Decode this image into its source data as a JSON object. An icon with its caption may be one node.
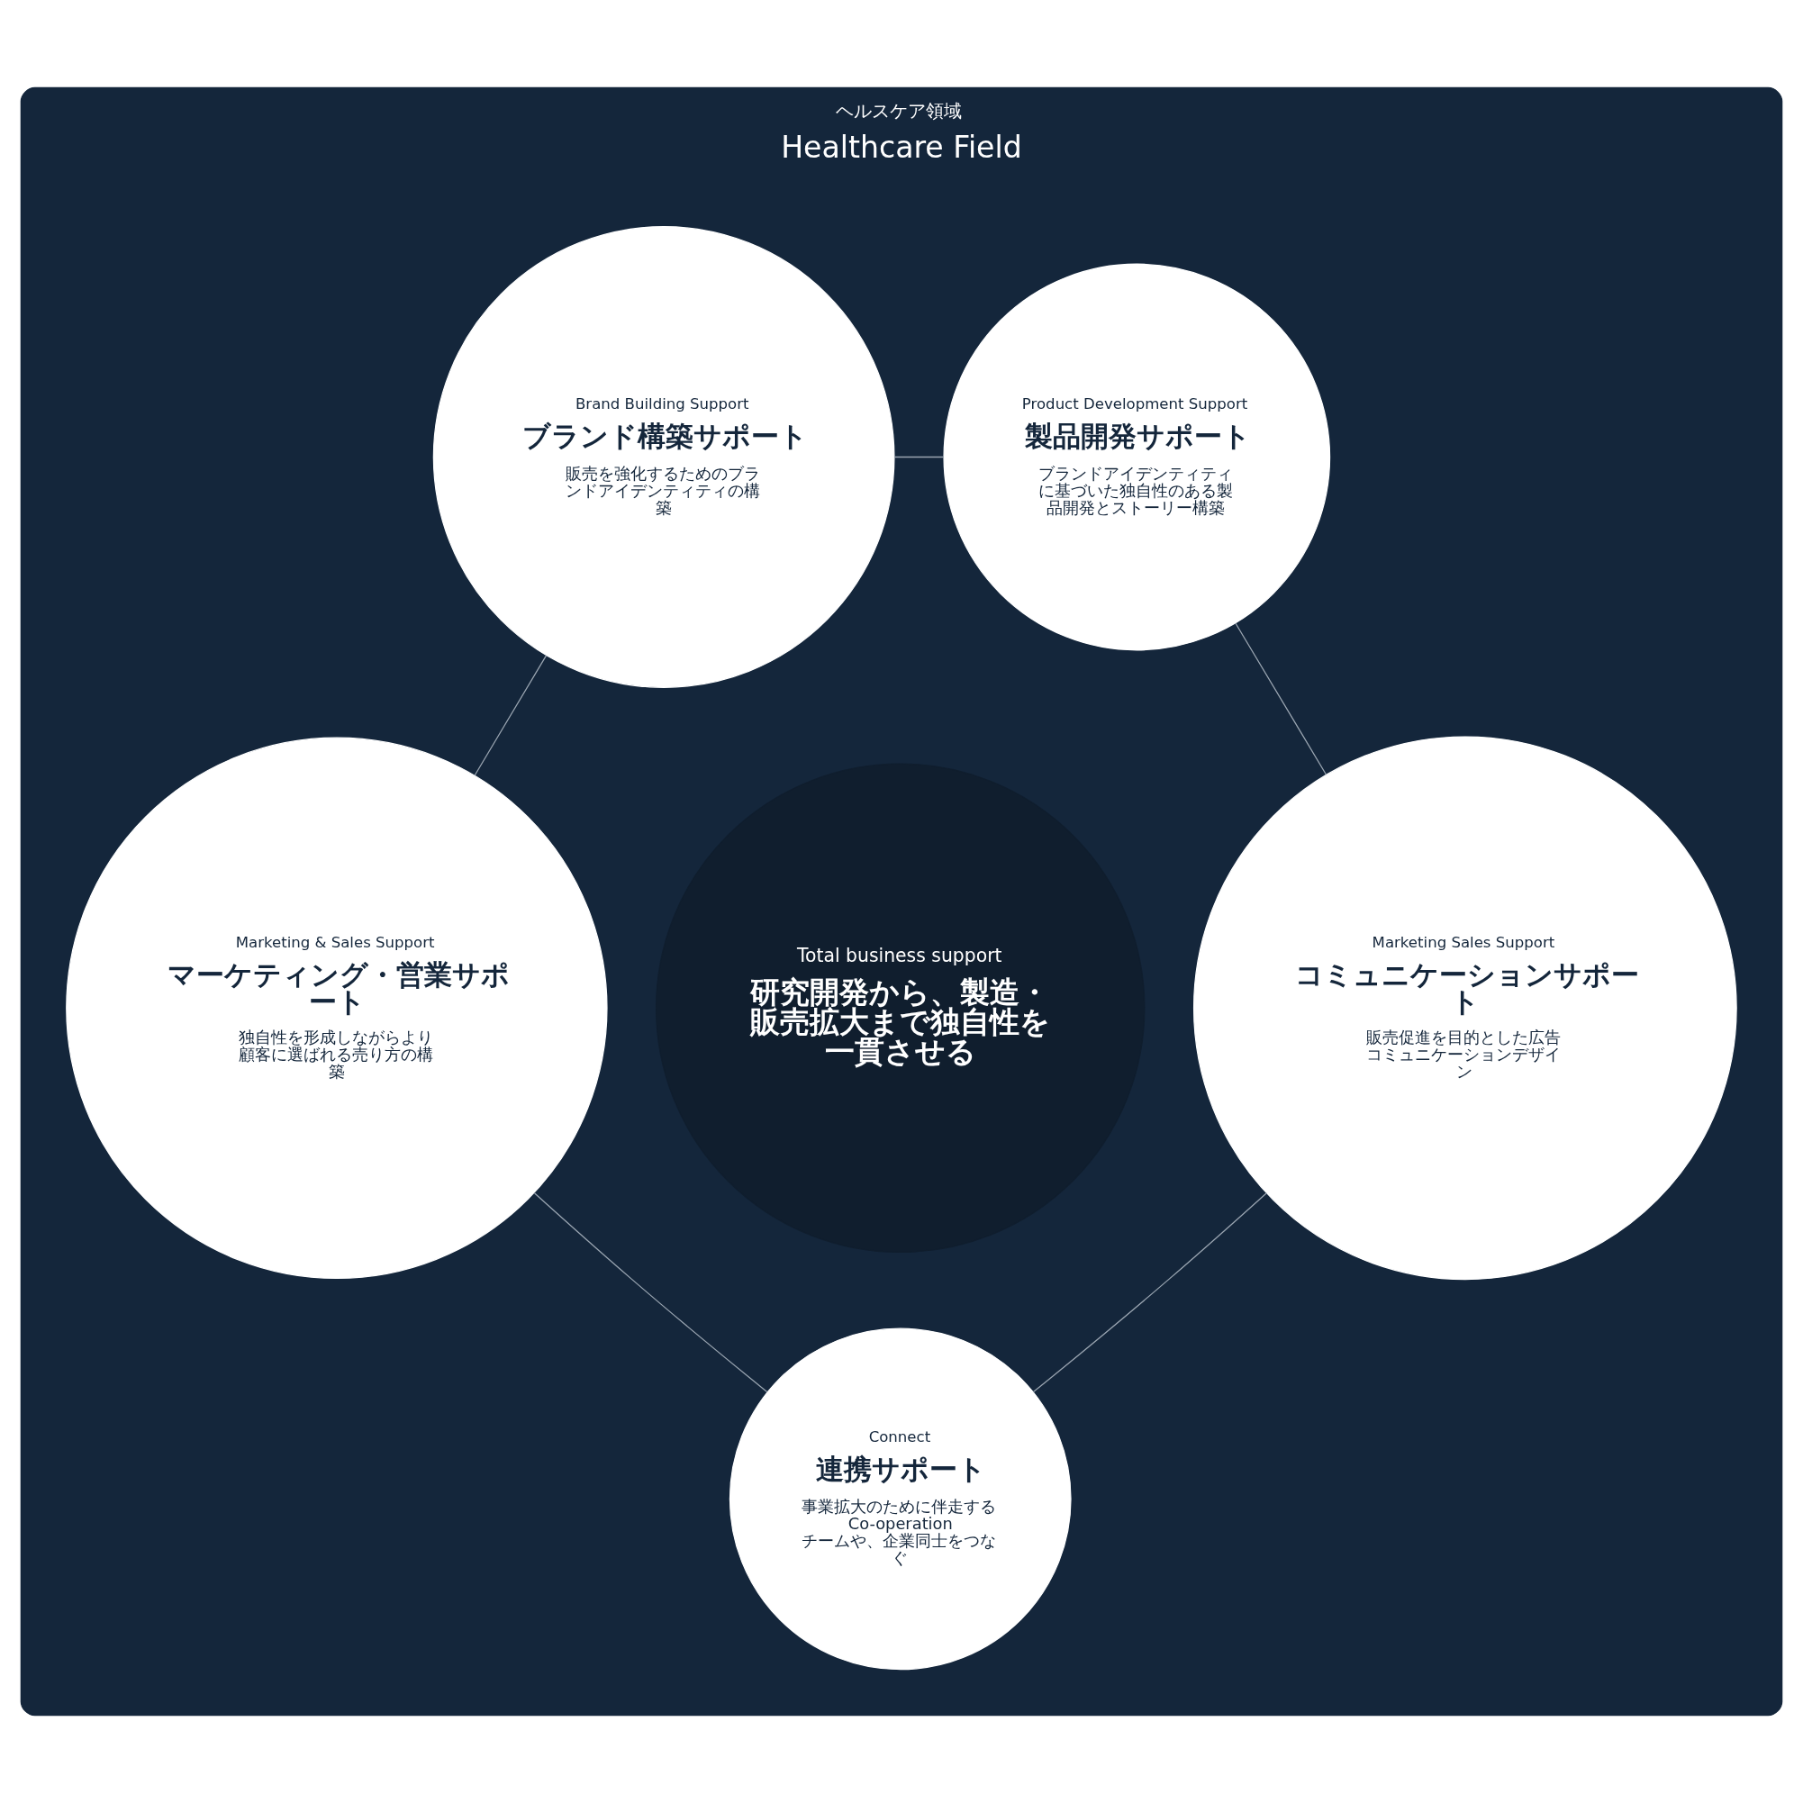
{
  "diagram": {
    "nodes": [
      {
        "text": [
          "ヘルスケア領域",
          "Healthcare Field"
        ]
      },
      {
        "text": [
          "Brand Building Support",
          "ブランド構築サポート",
          "販売を強化するためのブランドアイデンティティの構築"
        ],
        "in": 0
      },
      {
        "text": [
          "Product Development Support",
          "製品開発サポート",
          "ブランドアイデンティティに基づいた独自性のある製品開発とストーリー構築"
        ],
        "in": 0
      },
      {
        "text": [
          "Total business support",
          "研究開発から、製造・販売拡大まで独自性を一貫させる"
        ],
        "in": 0
      },
      {
        "text": [
          "Marketing & Sales Support",
          "マーケティング・営業サポート",
          "独自性を形成しながらより顧客に選ばれる売り方の構築"
        ],
        "in": 0
      },
      {
        "text": [
          "Marketing Sales Support",
          "コミュニケーションサポート",
          "販売促進を目的とした広告コミュニケーションデザイン"
        ],
        "in": 0
      },
      {
        "text": [
          "Connect",
          "連携サポート",
          "事業拡大のために伴走するCo-operationチームや、企業同士をつなぐ"
        ],
        "in": 0
      }
    ],
    "edges": [
      {
        "from": 1,
        "to": 2,
        "arrow": "none"
      },
      {
        "from": 2,
        "to": 5,
        "arrow": "none"
      },
      {
        "from": 5,
        "to": 6,
        "arrow": "none"
      },
      {
        "from": 6,
        "to": 4,
        "arrow": "none"
      },
      {
        "from": 4,
        "to": 1,
        "arrow": "none"
      }
    ]
  }
}
